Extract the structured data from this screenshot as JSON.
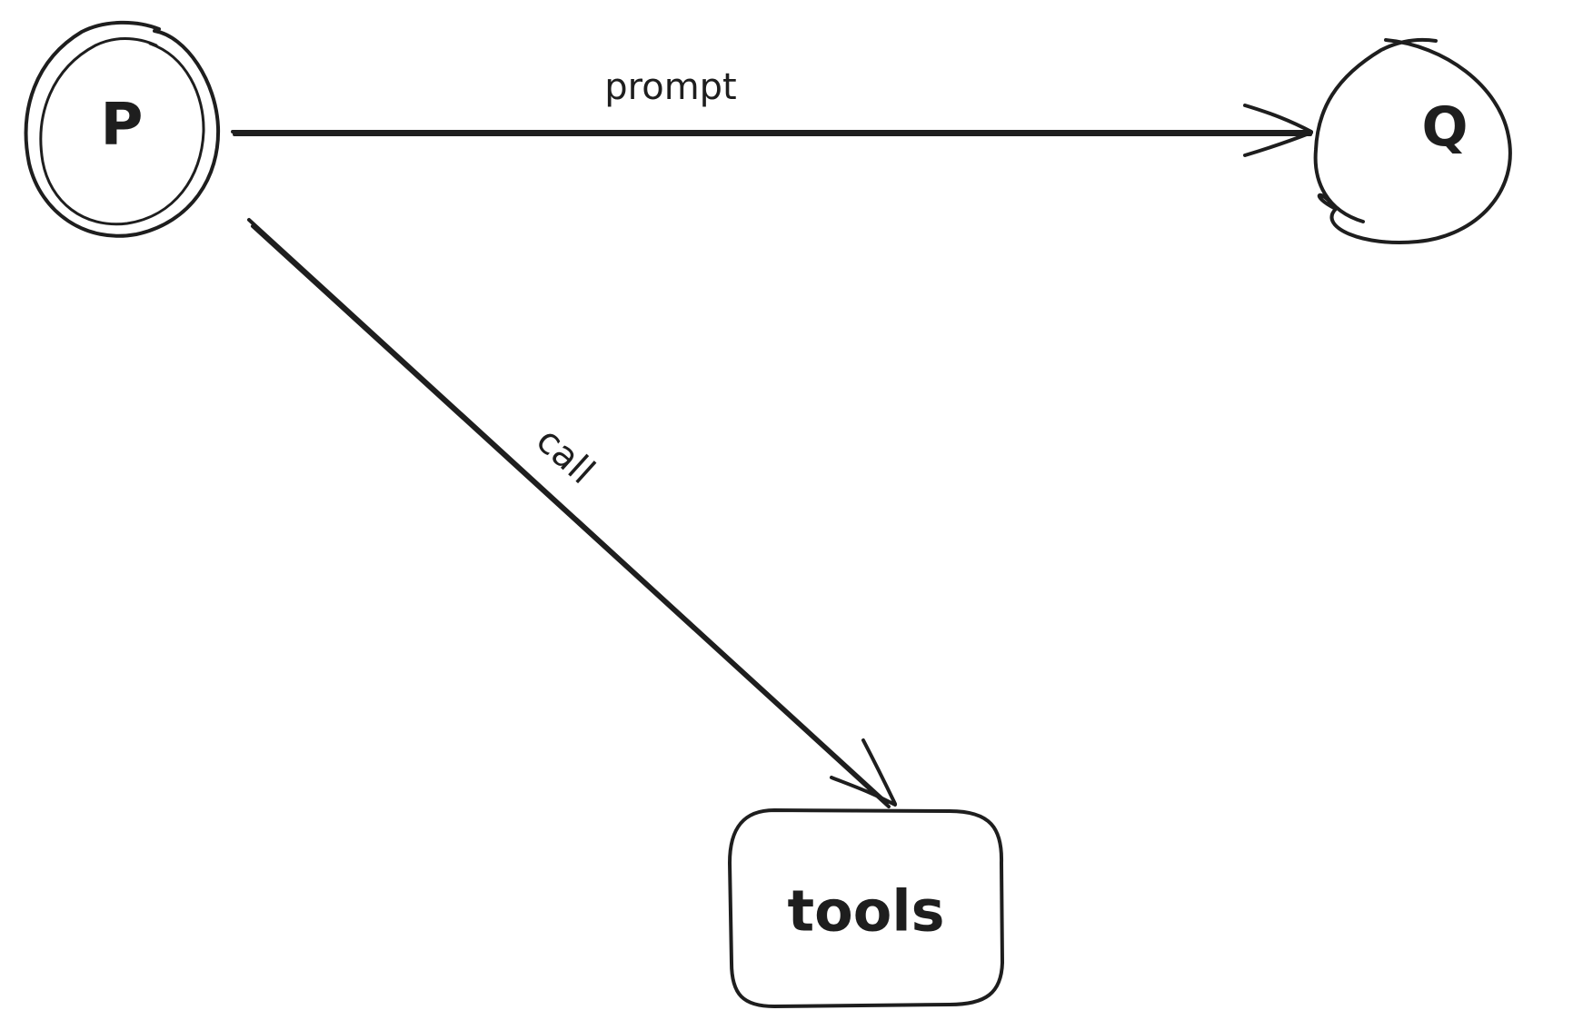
{
  "diagram": {
    "nodes": {
      "p": {
        "label": "P",
        "shape": "double-circle"
      },
      "q": {
        "label": "Q",
        "shape": "circle"
      },
      "tools": {
        "label": "tools",
        "shape": "rounded-rectangle"
      }
    },
    "edges": {
      "prompt": {
        "from": "p",
        "to": "q",
        "label": "prompt"
      },
      "call": {
        "from": "p",
        "to": "tools",
        "label": "call"
      }
    },
    "colors": {
      "stroke": "#1e1e1e",
      "background": "#ffffff"
    }
  }
}
